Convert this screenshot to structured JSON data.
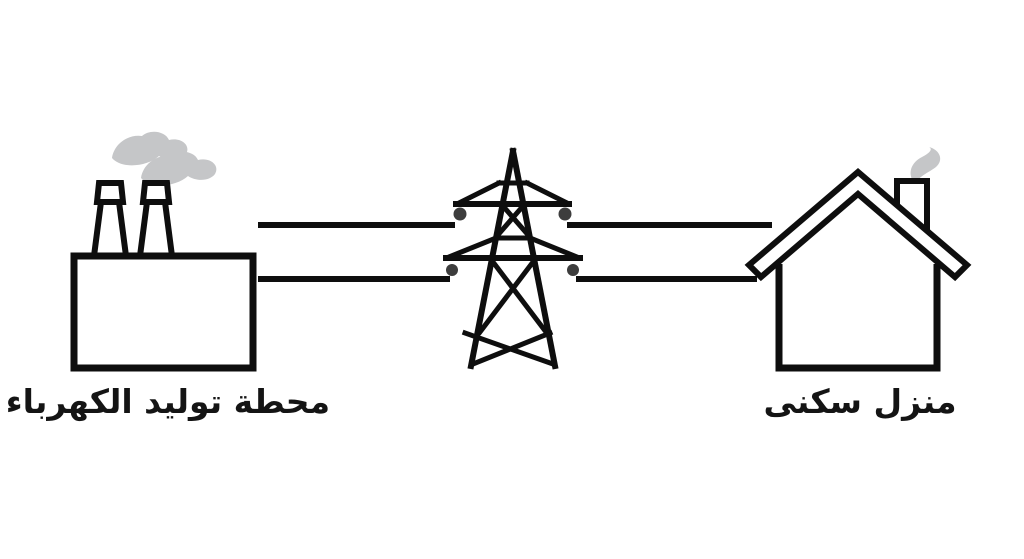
{
  "colors": {
    "line": "#0e0e0e",
    "smoke": "#c5c6c8",
    "insulator": "#3d3d3d",
    "background": "#ffffff",
    "text": "#141414"
  },
  "labels": {
    "power_plant": "محطة توليد الكهرباء",
    "house": "منزل سكنى"
  },
  "icons": {
    "power_plant": "power-plant-icon",
    "tower": "transmission-tower-icon",
    "house": "house-icon",
    "smoke": "smoke-icon",
    "power_lines": "power-line"
  }
}
